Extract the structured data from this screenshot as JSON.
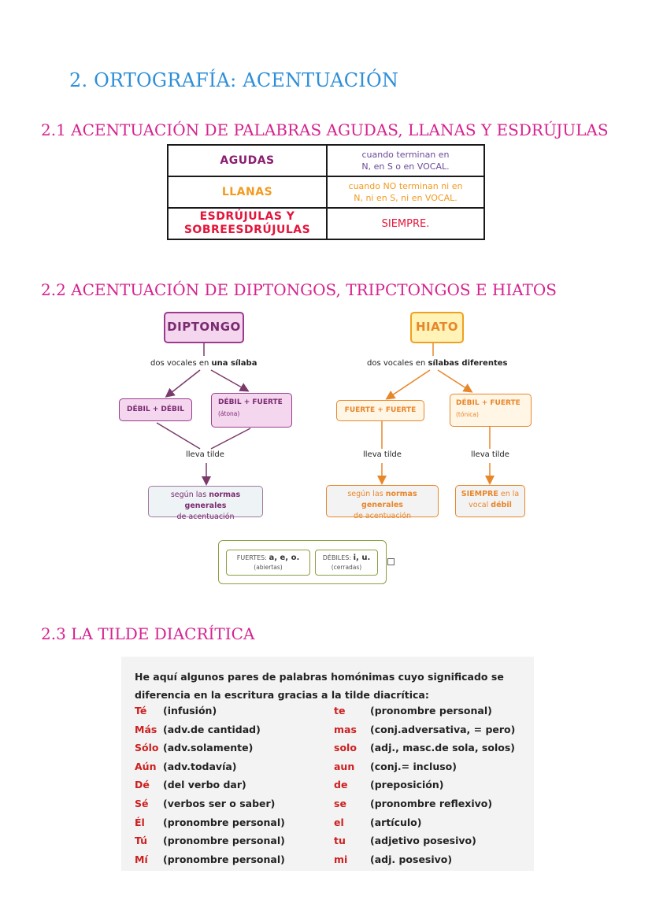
{
  "title": "2. ORTOGRAFÍA: ACENTUACIÓN",
  "section1": {
    "heading": "2.1 ACENTUACIÓN DE PALABRAS AGUDAS, LLANAS Y ESDRÚJULAS",
    "rows": [
      {
        "label": "AGUDAS",
        "rule_line1": "cuando terminan en",
        "rule_line2": "N, en S o en VOCAL."
      },
      {
        "label": "LLANAS",
        "rule_line1": "cuando NO terminan ni en",
        "rule_line2": "N, ni en S, ni en VOCAL."
      },
      {
        "label_line1": "ESDRÚJULAS Y",
        "label_line2": "SOBREESDRÚJULAS",
        "rule": "SIEMPRE."
      }
    ]
  },
  "section2": {
    "heading": "2.2 ACENTUACIÓN DE DIPTONGOS, TRIPCTONGOS E HIATOS",
    "diptongo": {
      "title": "DIPTONGO",
      "def_prefix": "dos vocales en ",
      "def_bold": "una sílaba",
      "left_box": "DÉBIL + DÉBIL",
      "right_box": "DÉBIL + FUERTE",
      "right_sub": "(átona)",
      "lleva": "lleva tilde",
      "result_prefix": "según las ",
      "result_bold": "normas generales",
      "result_suffix": "de acentuación"
    },
    "hiato": {
      "title": "HIATO",
      "def_prefix": "dos vocales en ",
      "def_bold": "sílabas diferentes",
      "left_box": "FUERTE + FUERTE",
      "right_box": "DÉBIL + FUERTE",
      "right_sub": "(tónica)",
      "lleva_left": "lleva tilde",
      "lleva_right": "lleva tilde",
      "result_left_prefix": "según las ",
      "result_left_bold": "normas generales",
      "result_left_suffix": "de acentuación",
      "result_right_bold": "SIEMPRE",
      "result_right_mid": " en la",
      "result_right_line2": "vocal ",
      "result_right_bold2": "débil"
    },
    "vowels": {
      "strong_label": "FUERTES: ",
      "strong_values": "a, e, o.",
      "strong_sub": "(abiertas)",
      "weak_label": "DÉBILES: ",
      "weak_values": "i, u.",
      "weak_sub": "(cerradas)"
    }
  },
  "section3": {
    "heading": "2.3 LA TILDE DIACRÍTICA",
    "intro_line1": "He aquí algunos pares de palabras homónimas cuyo significado se",
    "intro_line2": "diferencia en la escritura gracias a la tilde diacrítica:",
    "pairs": [
      {
        "w1": "Té",
        "m1": "(infusión)",
        "w2": "te",
        "m2": "(pronombre personal)"
      },
      {
        "w1": "Más",
        "m1": "(adv.de cantidad)",
        "w2": "mas",
        "m2": "(conj.adversativa, = pero)"
      },
      {
        "w1": "Sólo",
        "m1": "(adv.solamente)",
        "w2": "solo",
        "m2": "(adj., masc.de sola, solos)"
      },
      {
        "w1": "Aún",
        "m1": "(adv.todavía)",
        "w2": "aun",
        "m2": "(conj.= incluso)"
      },
      {
        "w1": "Dé",
        "m1": "(del verbo dar)",
        "w2": "de",
        "m2": "(preposición)"
      },
      {
        "w1": "Sé",
        "m1": "(verbos ser o saber)",
        "w2": "se",
        "m2": "(pronombre reflexivo)"
      },
      {
        "w1": "Él",
        "m1": "(pronombre personal)",
        "w2": "el",
        "m2": "(artículo)"
      },
      {
        "w1": "Tú",
        "m1": "(pronombre personal)",
        "w2": "tu",
        "m2": "(adjetivo posesivo)"
      },
      {
        "w1": "Mí",
        "m1": "(pronombre personal)",
        "w2": "mi",
        "m2": "(adj. posesivo)"
      }
    ]
  }
}
